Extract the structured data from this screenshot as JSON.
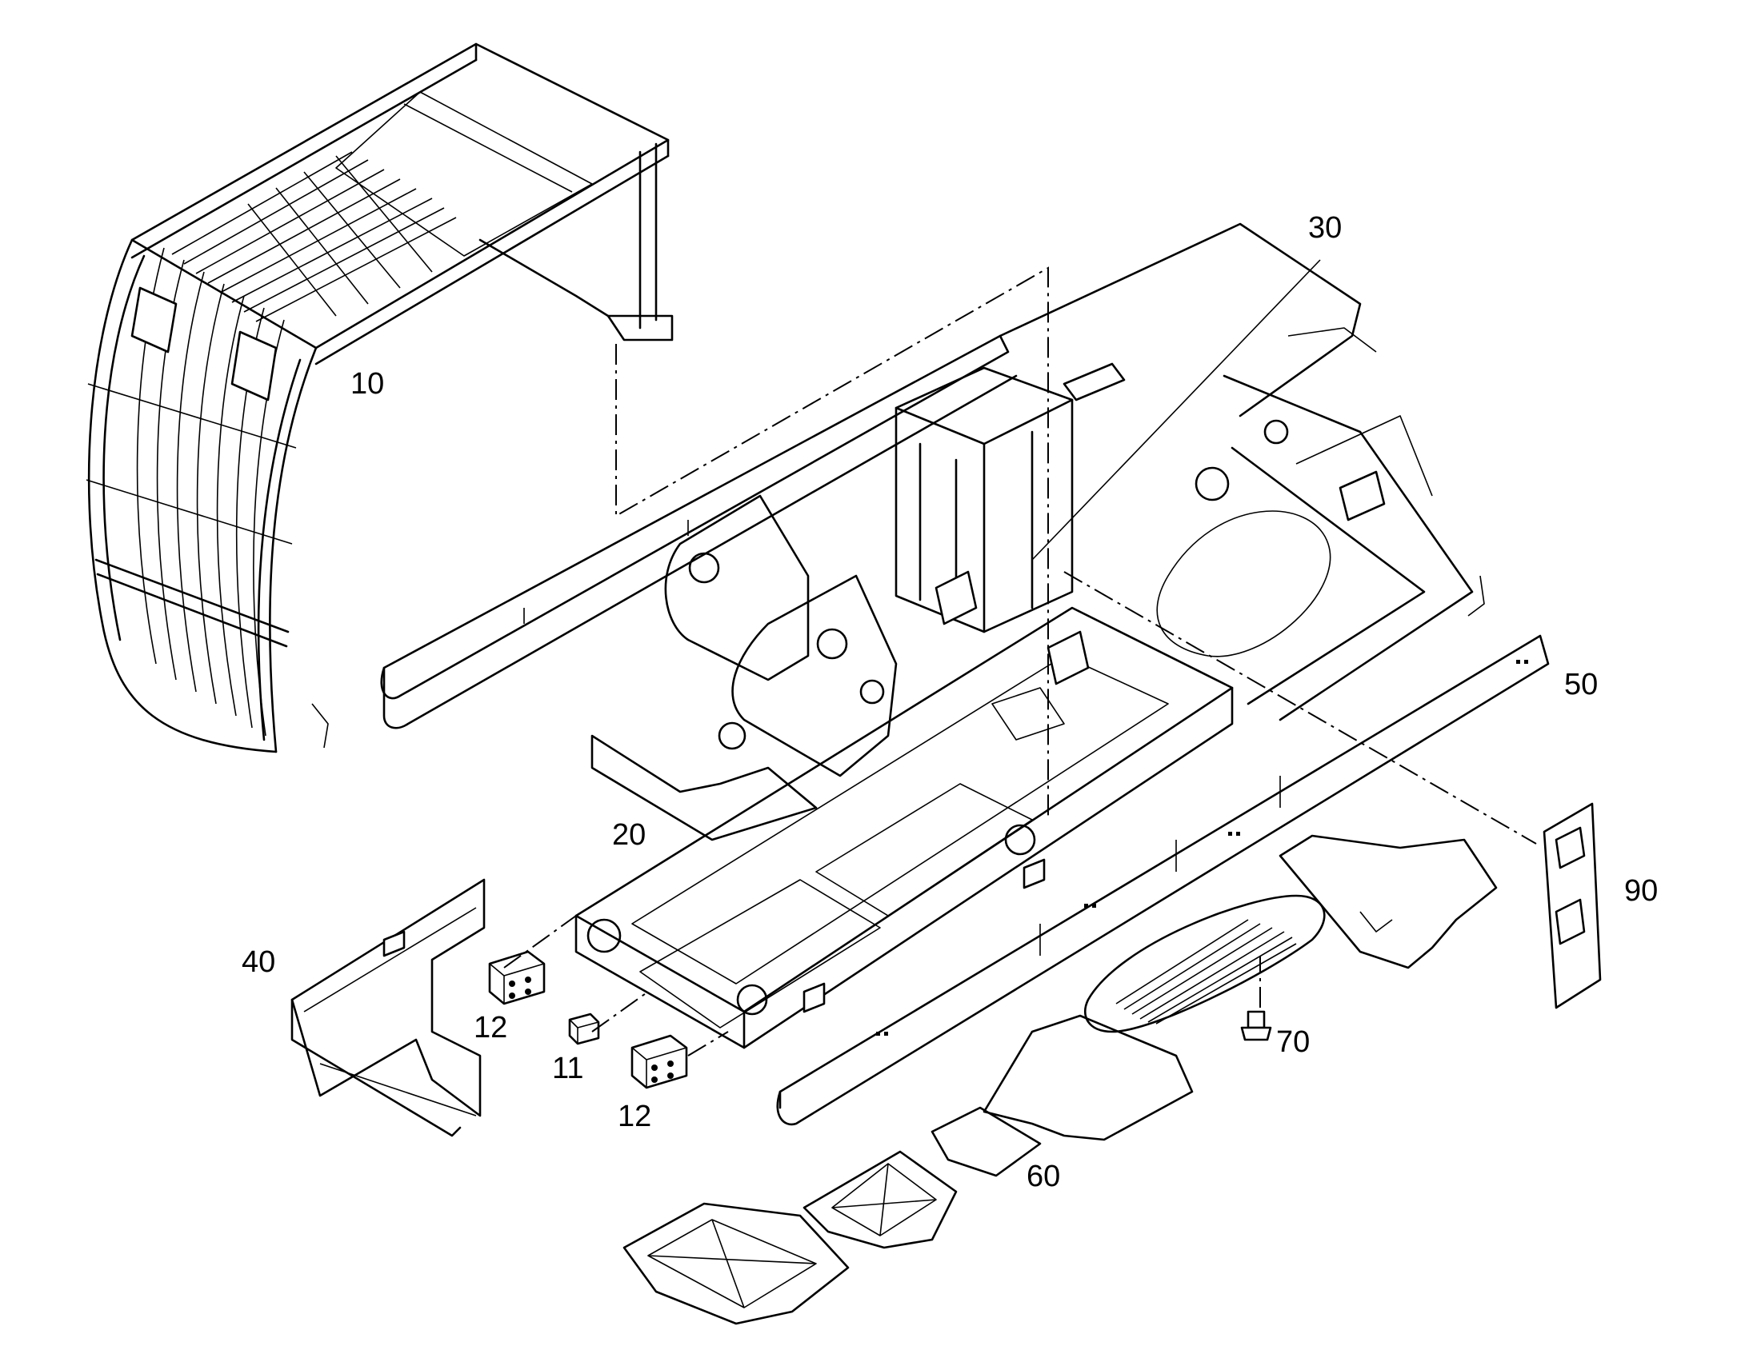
{
  "labels": {
    "p10": "10",
    "p20": "20",
    "p30": "30",
    "p40": "40",
    "p50": "50",
    "p60": "60",
    "p70": "70",
    "p90": "90",
    "p11": "11",
    "p12a": "12",
    "p12b": "12"
  }
}
